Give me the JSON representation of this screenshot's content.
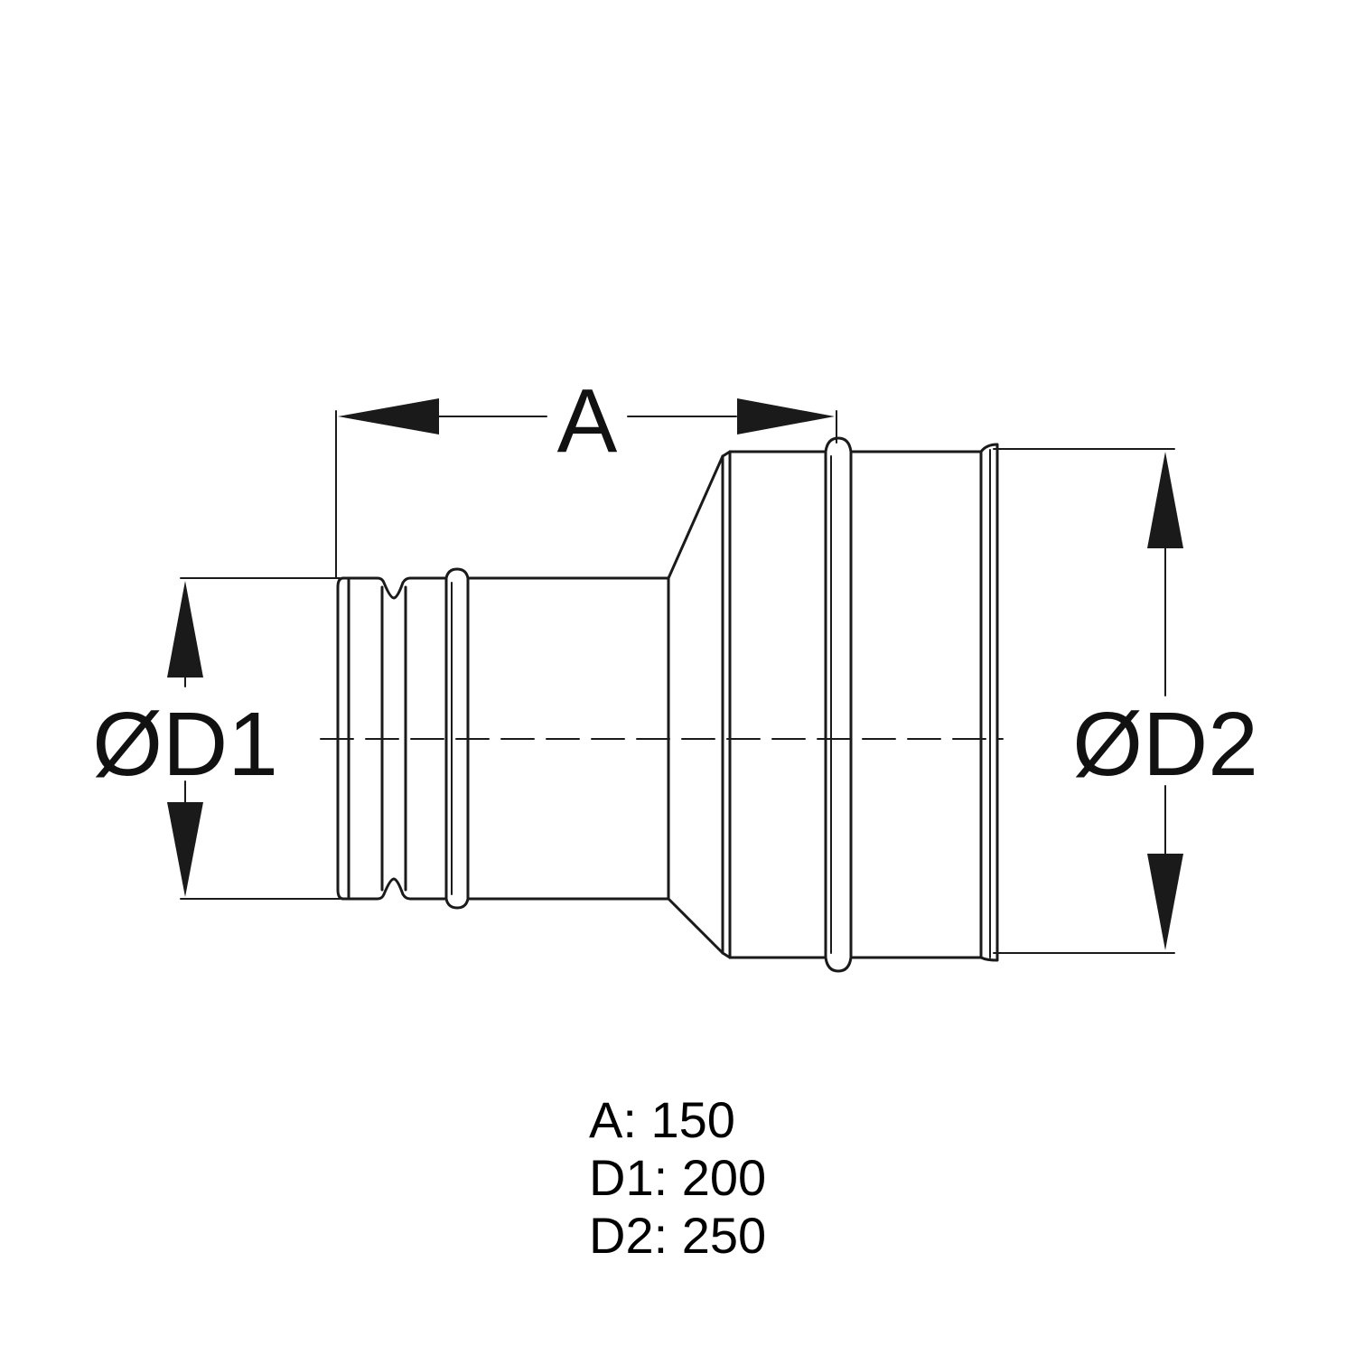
{
  "diagram": {
    "labels": {
      "length": "A",
      "small_diameter": "ØD1",
      "large_diameter": "ØD2"
    },
    "legend": [
      {
        "key": "A",
        "value": "150"
      },
      {
        "key": "D1",
        "value": "200"
      },
      {
        "key": "D2",
        "value": "250"
      }
    ]
  },
  "colors": {
    "line": "#1a1a1a",
    "background": "#ffffff"
  }
}
